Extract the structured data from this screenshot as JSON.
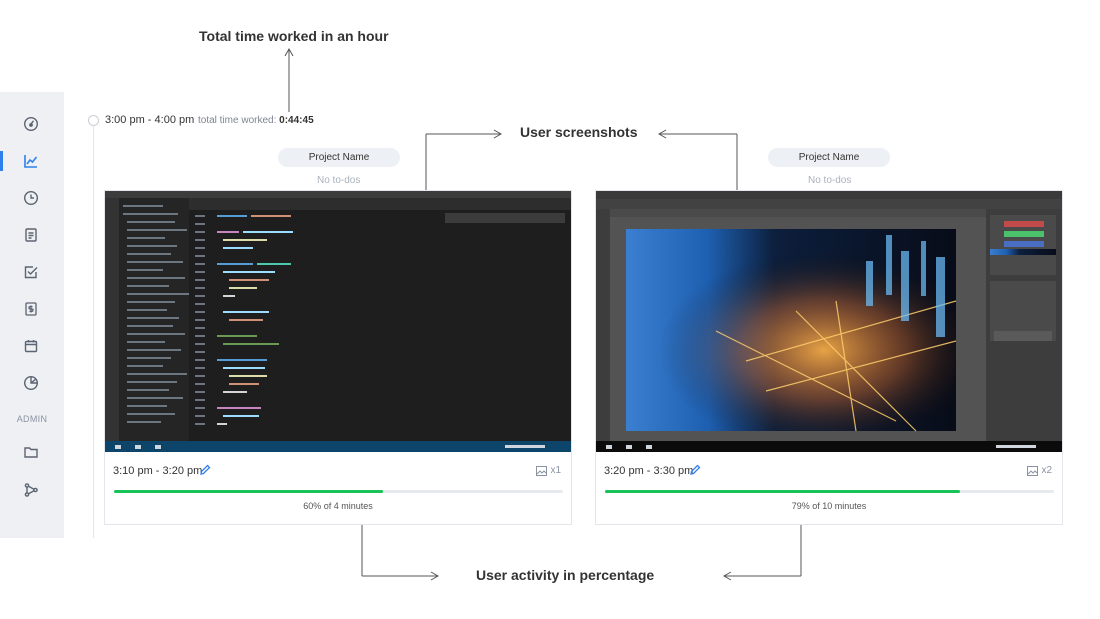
{
  "annotations": {
    "total_time": "Total time worked in an hour",
    "screenshots": "User screenshots",
    "activity": "User activity in percentage"
  },
  "sidebar": {
    "admin_label": "ADMIN",
    "items": [
      {
        "icon": "dashboard-gauge-icon",
        "active": false
      },
      {
        "icon": "activity-chart-icon",
        "active": true
      },
      {
        "icon": "clock-icon",
        "active": false
      },
      {
        "icon": "document-icon",
        "active": false
      },
      {
        "icon": "checkbox-icon",
        "active": false
      },
      {
        "icon": "invoice-dollar-icon",
        "active": false
      },
      {
        "icon": "calendar-icon",
        "active": false
      },
      {
        "icon": "pie-chart-icon",
        "active": false
      },
      {
        "icon": "folder-icon",
        "active": false
      },
      {
        "icon": "share-nodes-icon",
        "active": false
      }
    ]
  },
  "timeline": {
    "hour_range": "3:00 pm - 4:00 pm",
    "total_label": "total time worked:",
    "total_value": "0:44:45"
  },
  "cards": [
    {
      "project_name": "Project Name",
      "todos": "No to-dos",
      "time_range": "3:10 pm - 3:20 pm",
      "screenshot_count": "x1",
      "activity_fraction": 0.6,
      "activity_text": "60% of 4 minutes",
      "screenshot_type": "code-editor"
    },
    {
      "project_name": "Project Name",
      "todos": "No to-dos",
      "time_range": "3:20 pm - 3:30 pm",
      "screenshot_count": "x2",
      "activity_fraction": 0.79,
      "activity_text": "79% of 10 minutes",
      "screenshot_type": "photo-editor"
    }
  ],
  "colors": {
    "accent": "#2f80ed",
    "activity_bar": "#19c35a",
    "sidebar_bg": "#eef0f3",
    "pill_bg": "#edf0f4"
  }
}
